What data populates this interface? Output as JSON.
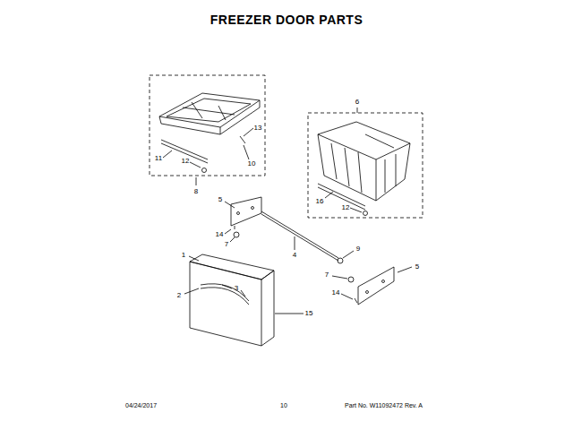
{
  "diagram": {
    "title": "FREEZER DOOR PARTS",
    "labels": [
      "13",
      "11",
      "12",
      "10",
      "8",
      "6",
      "16",
      "12",
      "5",
      "14",
      "7",
      "4",
      "9",
      "1",
      "5",
      "2",
      "3",
      "7",
      "14",
      "15",
      "04/24/2017",
      "10",
      "Part No. W11092472 Rev. A"
    ]
  }
}
